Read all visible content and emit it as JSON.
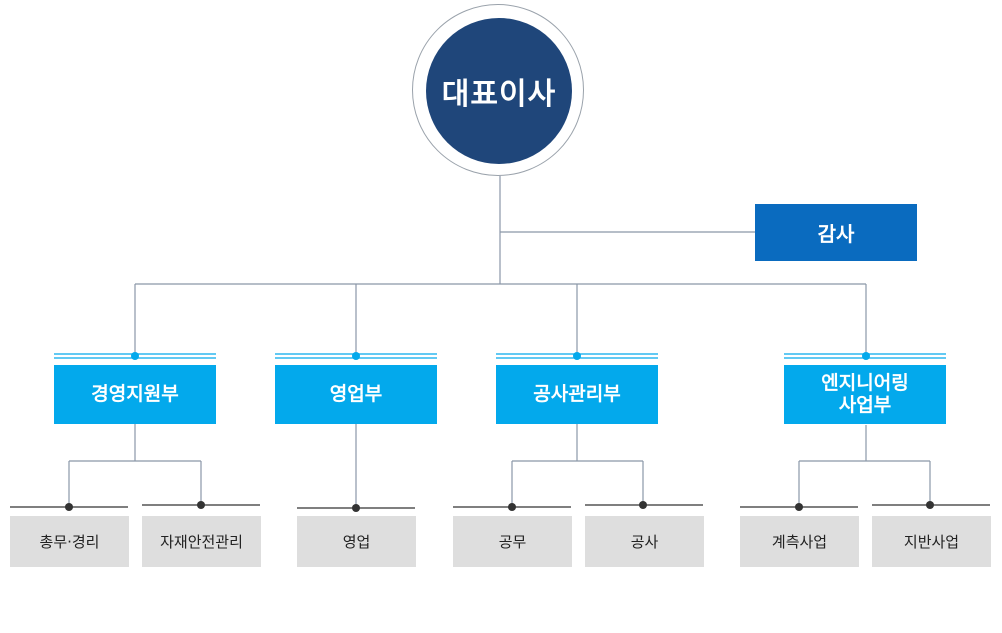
{
  "ceo": {
    "label": "대표이사"
  },
  "audit": {
    "label": "감사"
  },
  "departments": [
    {
      "label": "경영지원부",
      "teams": [
        "총무·경리",
        "자재안전관리"
      ]
    },
    {
      "label": "영업부",
      "teams": [
        "영업"
      ]
    },
    {
      "label": "공사관리부",
      "teams": [
        "공무",
        "공사"
      ]
    },
    {
      "label": "엔지니어링\n사업부",
      "teams": [
        "계측사업",
        "지반사업"
      ]
    }
  ],
  "colors": {
    "ceo": "#1f467a",
    "audit": "#0a6bbf",
    "department": "#03a9ec",
    "team": "#dedede",
    "connector": "#7f8fa3"
  }
}
